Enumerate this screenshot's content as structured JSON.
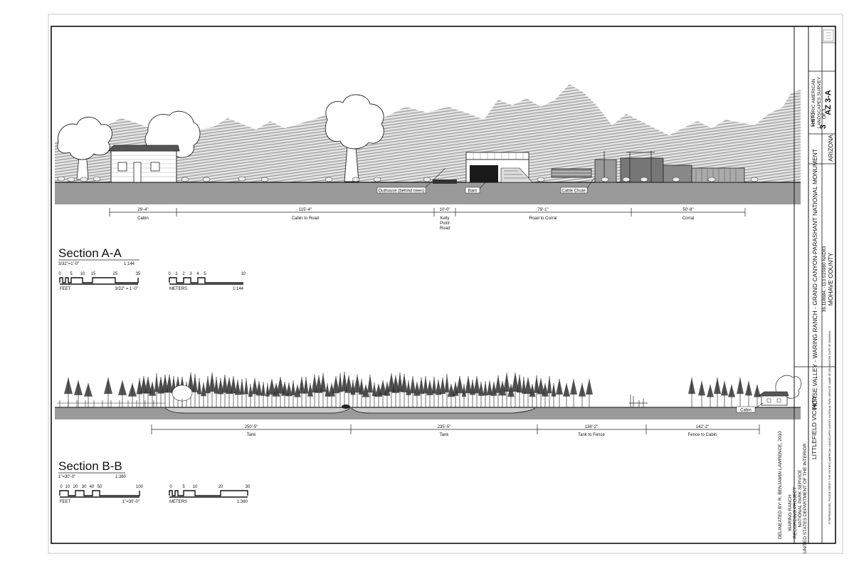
{
  "section_a": {
    "title": "Section A-A",
    "scale_text": "3/32\"=1'-0\"",
    "ratio": "1:144",
    "feet_scale": {
      "ticks": [
        "0",
        "5",
        "10",
        "15",
        "25",
        "35"
      ],
      "unit": "FEET",
      "note": "3/32\" = 1'-0\""
    },
    "meter_scale": {
      "ticks": [
        "0",
        "1",
        "2",
        "3",
        "4",
        "5",
        "10"
      ],
      "unit": "METERS",
      "note": "1:144"
    },
    "labels": {
      "outhouse": "Outhouse (behind trees)",
      "barn": "Barn",
      "cattle_chute": "Cattle Chute"
    },
    "dims": [
      {
        "value": "29'-4\"",
        "label": "Cabin"
      },
      {
        "value": "115'-4\"",
        "label": "Cabin to Road"
      },
      {
        "value": "10'-0\"",
        "label": "Kelly",
        "label2": "Point",
        "label3": "Road"
      },
      {
        "value": "79'-1\"",
        "label": "Road to Corral"
      },
      {
        "value": "50'-8\"",
        "label": "Corral"
      }
    ]
  },
  "section_b": {
    "title": "Section B-B",
    "scale_text": "1\"=30'-0\"",
    "ratio": "1:360",
    "feet_scale": {
      "ticks": [
        "0",
        "10",
        "20",
        "30",
        "40",
        "50",
        "100"
      ],
      "unit": "FEET",
      "note": "1\"=30'-0\""
    },
    "meter_scale": {
      "ticks": [
        "0",
        "5",
        "10",
        "20",
        "30"
      ],
      "unit": "METERS",
      "note": "1:360"
    },
    "labels": {
      "cabin": "Cabin"
    },
    "dims": [
      {
        "value": "250'-5\"",
        "label": "Tank"
      },
      {
        "value": "235'-5\"",
        "label": "Tank"
      },
      {
        "value": "138'-2\"",
        "label": "Tank to Fence"
      },
      {
        "value": "142'-2\"",
        "label": "Fence to Cabin"
      }
    ]
  },
  "title_block": {
    "delineator": "DELINEATED BY: R. BENJAMIN LAWRENCE, 2010",
    "project_1": "WARING RANCH",
    "project_2": "RECORDING PROJECT",
    "agency_1": "NATIONAL PARK SERVICE",
    "agency_2": "UNITED STATES DEPARTMENT OF THE INTERIOR",
    "main_title": "HORSE VALLEY - WARING RANCH - GRAND CANYON-PARASHANT NATIONAL MONUMENT",
    "coords": "36.118684, -113.515980 NAD83",
    "vicinity": "LITTLEFIELD VICINITY",
    "county": "MOHAVE COUNTY",
    "state": "ARIZONA",
    "fine_print": "IF REPRODUCED, PLEASE CREDIT: THE HISTORIC AMERICAN LANDSCAPES SURVEY, NATIONAL PARK SERVICE, NAME OF DELINEATOR, DATE OF DRAWING",
    "survey_1": "HISTORIC AMERICAN",
    "survey_2": "LANDSCAPES SURVEY",
    "survey_no": "AZ 3-A",
    "sheet_label": "SHEET",
    "sheet_no": "3",
    "sheet_of": "OF 3"
  }
}
